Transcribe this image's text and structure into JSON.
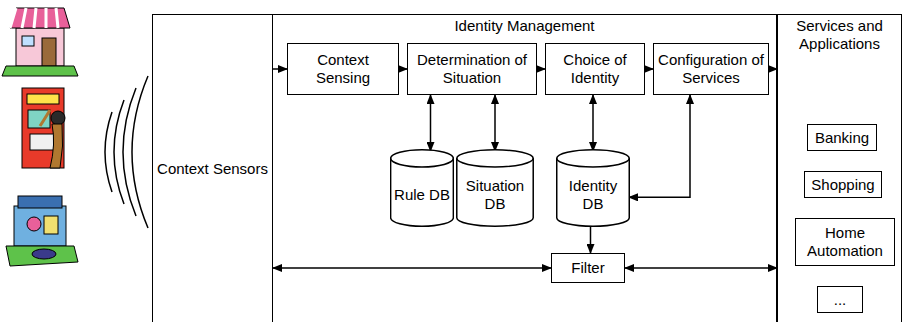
{
  "diagram": {
    "nodes": [
      {
        "text": [
          "Context Sensors"
        ]
      },
      {
        "text": [
          "Identity Management"
        ]
      },
      {
        "text": [
          "Context Sensing"
        ],
        "in": 1
      },
      {
        "text": [
          "Determination of Situation"
        ],
        "in": 1
      },
      {
        "text": [
          "Choice of Identity"
        ],
        "in": 1
      },
      {
        "text": [
          "Configuration of Services"
        ],
        "in": 1
      },
      {
        "text": [
          "Rule DB"
        ],
        "in": 1
      },
      {
        "text": [
          "Situation DB"
        ],
        "in": 1
      },
      {
        "text": [
          "Identity DB"
        ],
        "in": 1
      },
      {
        "text": [
          "Filter"
        ],
        "in": 1
      },
      {
        "text": [
          "Services and Applications"
        ]
      },
      {
        "text": [
          "Banking"
        ],
        "in": 10
      },
      {
        "text": [
          "Shopping"
        ],
        "in": 10
      },
      {
        "text": [
          "Home Automation"
        ],
        "in": 10
      },
      {
        "text": [
          "..."
        ],
        "in": 10
      }
    ],
    "edges": [
      {
        "from": 0,
        "to": 2,
        "arrow": "to"
      },
      {
        "from": 2,
        "to": 3,
        "arrow": "to"
      },
      {
        "from": 3,
        "to": 4,
        "arrow": "to"
      },
      {
        "from": 4,
        "to": 5,
        "arrow": "to"
      },
      {
        "from": 5,
        "to": 10,
        "arrow": "to"
      },
      {
        "from": 3,
        "to": 6,
        "arrow": "both"
      },
      {
        "from": 3,
        "to": 7,
        "arrow": "both"
      },
      {
        "from": 4,
        "to": 8,
        "arrow": "both"
      },
      {
        "from": 5,
        "to": 8,
        "arrow": "both"
      },
      {
        "from": 8,
        "to": 9,
        "arrow": "to"
      },
      {
        "from": 0,
        "to": 9,
        "arrow": "both"
      },
      {
        "from": 9,
        "to": 10,
        "arrow": "both"
      }
    ]
  }
}
